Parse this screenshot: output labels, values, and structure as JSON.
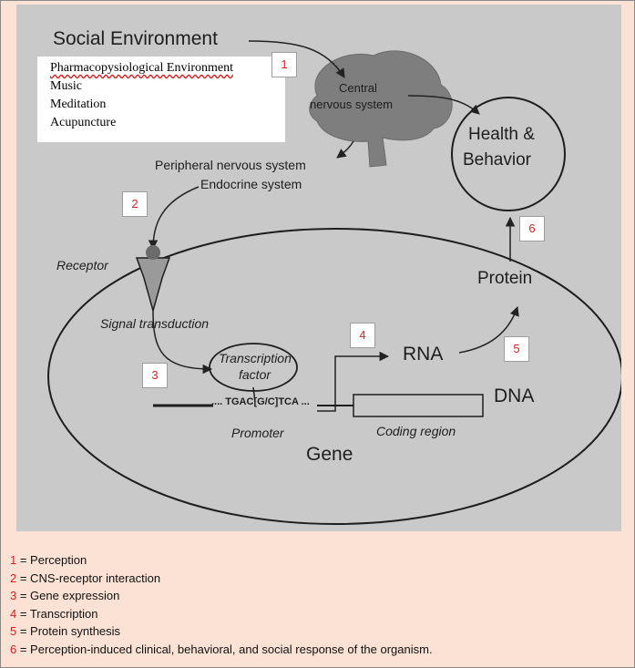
{
  "diagram": {
    "social_environment": "Social Environment",
    "inset_lines": [
      "Pharmacopysiological Environment",
      "Music",
      "Meditation",
      "Acupuncture"
    ],
    "cns_label": [
      "Central",
      "nervous system"
    ],
    "health_behavior": [
      "Health &",
      "Behavior"
    ],
    "peripheral": "Peripheral nervous system",
    "endocrine": "Endocrine system",
    "receptor": "Receptor",
    "signal_transduction": "Signal transduction",
    "transcription_factor": [
      "Transcription",
      "factor"
    ],
    "protein": "Protein",
    "rna": "RNA",
    "dna": "DNA",
    "sequence": ".... TGAC[G/C]TCA ...",
    "promoter": "Promoter",
    "coding_region": "Coding region",
    "gene": "Gene",
    "step_numbers": [
      "1",
      "2",
      "3",
      "4",
      "5",
      "6"
    ]
  },
  "legend": [
    {
      "num": "1",
      "text": " = Perception"
    },
    {
      "num": "2",
      "text": " = CNS-receptor interaction"
    },
    {
      "num": "3",
      "text": " = Gene expression"
    },
    {
      "num": "4",
      "text": " = Transcription"
    },
    {
      "num": "5",
      "text": " = Protein synthesis"
    },
    {
      "num": "6",
      "text": " = Perception-induced clinical, behavioral, and social response of the organism."
    }
  ],
  "colors": {
    "background": "#fbe2d5",
    "photo": "#c9c9c9",
    "number_red": "#e02020"
  }
}
